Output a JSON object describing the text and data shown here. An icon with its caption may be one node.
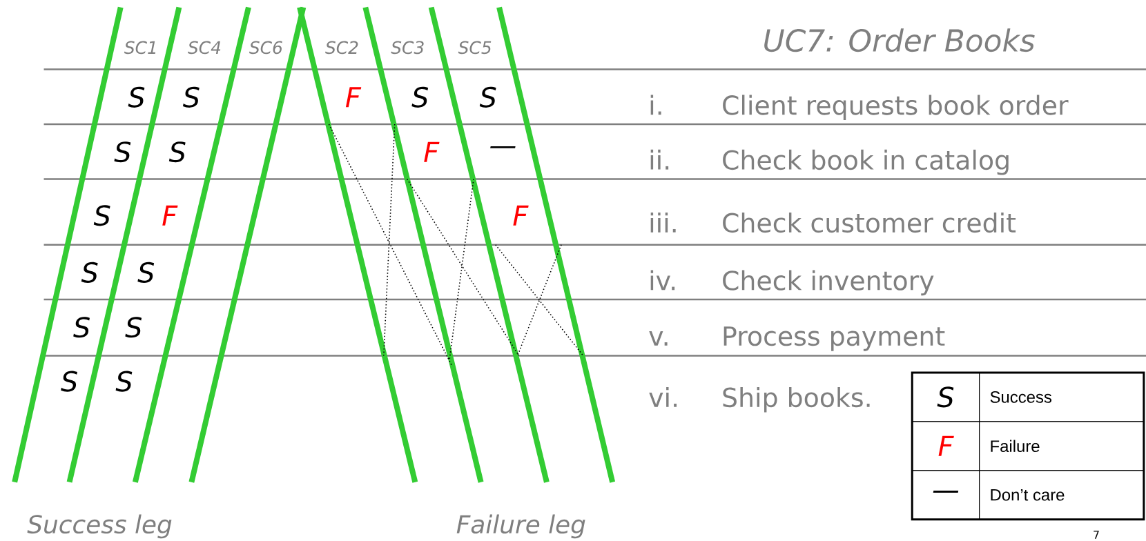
{
  "diagram": {
    "title": "UC7: Order Books",
    "labels": [
      "SC1",
      "SC4",
      "SC6",
      "SC2",
      "SC3",
      "SC5",
      "S",
      "S",
      "F",
      "S",
      "S",
      "i.",
      "Client requests book order",
      "S",
      "S",
      "F",
      "—",
      "ii.",
      "Check book in catalog",
      "S",
      "F",
      "F",
      "iii.",
      "Check customer credit",
      "S",
      "S",
      "iv.",
      "Check inventory",
      "S",
      "S",
      "v.",
      "Process payment",
      "S",
      "S",
      "vi.",
      "Ship books.",
      "S",
      "Success",
      "F",
      "Failure",
      "—",
      "Don’t care",
      "Success leg",
      "Failure leg",
      "7"
    ]
  }
}
